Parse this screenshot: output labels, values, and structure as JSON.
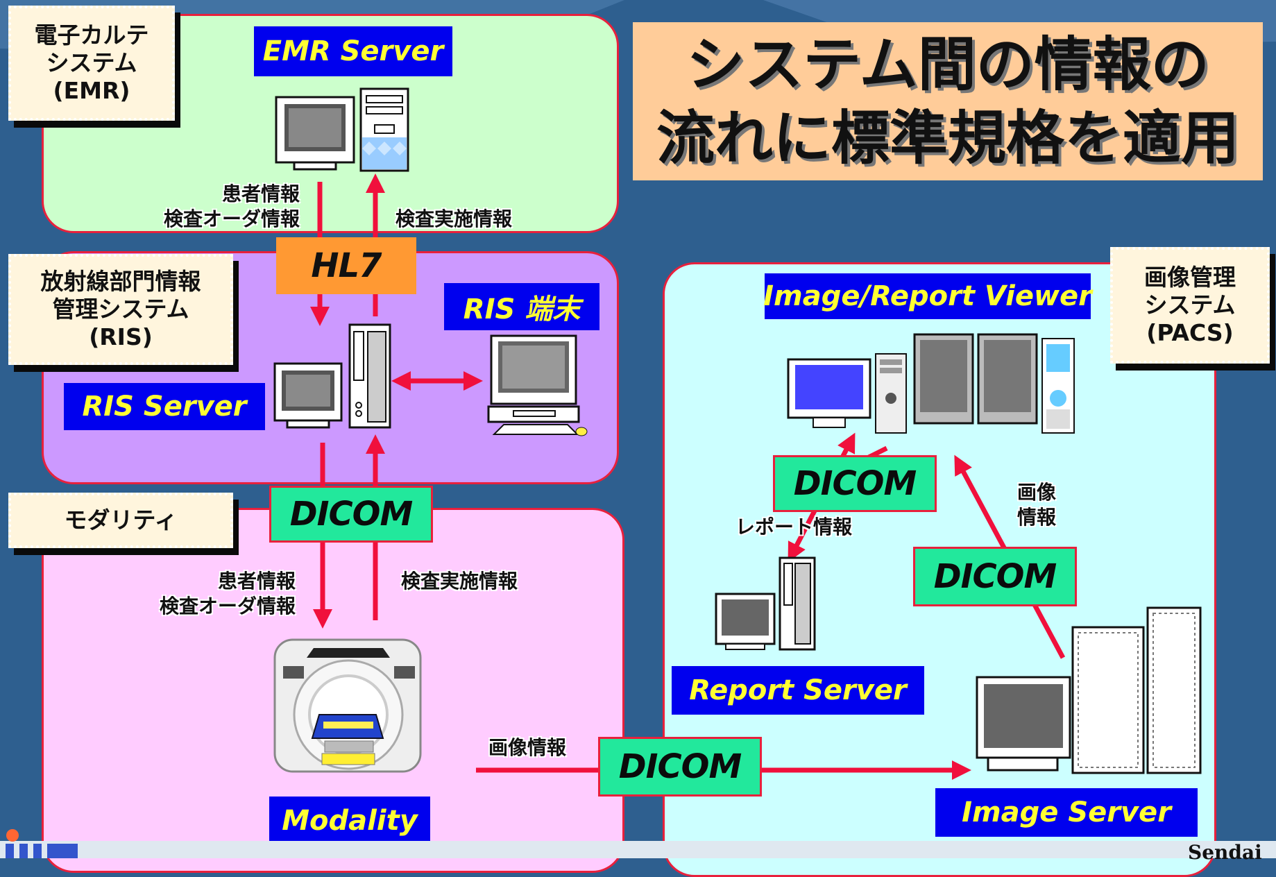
{
  "title": {
    "line1": "システム間の情報の",
    "line2": "流れに標準規格を適用"
  },
  "systems": {
    "emr": [
      "電子カルテ",
      "システム",
      "(EMR)"
    ],
    "ris": [
      "放射線部門情報",
      "管理システム",
      "(RIS)"
    ],
    "modality": [
      "モダリティ"
    ],
    "pacs": [
      "画像管理",
      "システム",
      "(PACS)"
    ]
  },
  "captions": {
    "emr_server": "EMR Server",
    "ris_server": "RIS Server",
    "ris_terminal": "RIS 端末",
    "modality": "Modality",
    "viewer": "Image/Report Viewer",
    "report_server": "Report Server",
    "image_server": "Image Server"
  },
  "protocols": {
    "hl7": "HL7",
    "dicom": "DICOM"
  },
  "labels": {
    "patient_info": "患者情報",
    "exam_order_info": "検査オーダ情報",
    "exam_done_info": "検査実施情報",
    "image_info": "画像情報",
    "image_info_split": [
      "画像",
      "情報"
    ],
    "report_info": "レポート情報"
  },
  "footer": {
    "sendai": "Sendai"
  },
  "colors": {
    "background": "#2e5f8f",
    "emr_panel": "#ccffcc",
    "ris_panel": "#cc99ff",
    "modality_panel": "#ffccff",
    "pacs_panel": "#ccffff",
    "arrow": "#f0103c",
    "caption_bg": "#0000ee",
    "caption_text": "#ffff33",
    "dicom_bg": "#22e89c",
    "hl7_bg": "#ff9933",
    "title_bg": "#ffcc99"
  },
  "icons": [
    "monitor-icon",
    "tower-pc-icon",
    "workstation-icon",
    "keyboard-icon",
    "ct-scanner-icon",
    "server-rack-icon",
    "logo-icon"
  ]
}
